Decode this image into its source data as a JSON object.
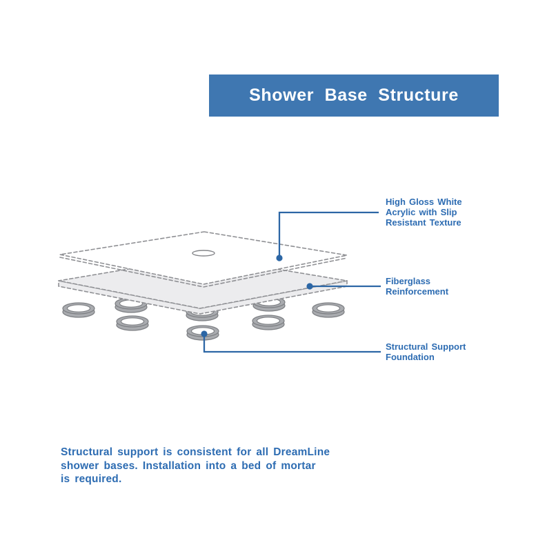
{
  "banner": {
    "title": "Shower Base Structure"
  },
  "diagram": {
    "labels": {
      "acrylic": {
        "lines": [
          "High Gloss White",
          "Acrylic with Slip",
          "Resistant Texture"
        ]
      },
      "fiberglass": {
        "lines": [
          "Fiberglass",
          "Reinforcement"
        ]
      },
      "foundation": {
        "lines": [
          "Structural Support",
          "Foundation"
        ]
      }
    },
    "support_ring_count": 8
  },
  "footnote": {
    "lines": [
      "Structural support is consistent for all DreamLine",
      "shower bases. Installation into a bed of mortar",
      "is required."
    ]
  },
  "colors": {
    "banner_bg": "#3f77b1",
    "banner_text": "#ffffff",
    "label_text": "#2d6cb2",
    "leader_line": "#2c66a5",
    "slab_fill": "#ececee",
    "dashed_outline": "#8f9094",
    "ring_fill": "#a9abaf",
    "ring_stroke": "#7e8084",
    "background": "#ffffff"
  }
}
